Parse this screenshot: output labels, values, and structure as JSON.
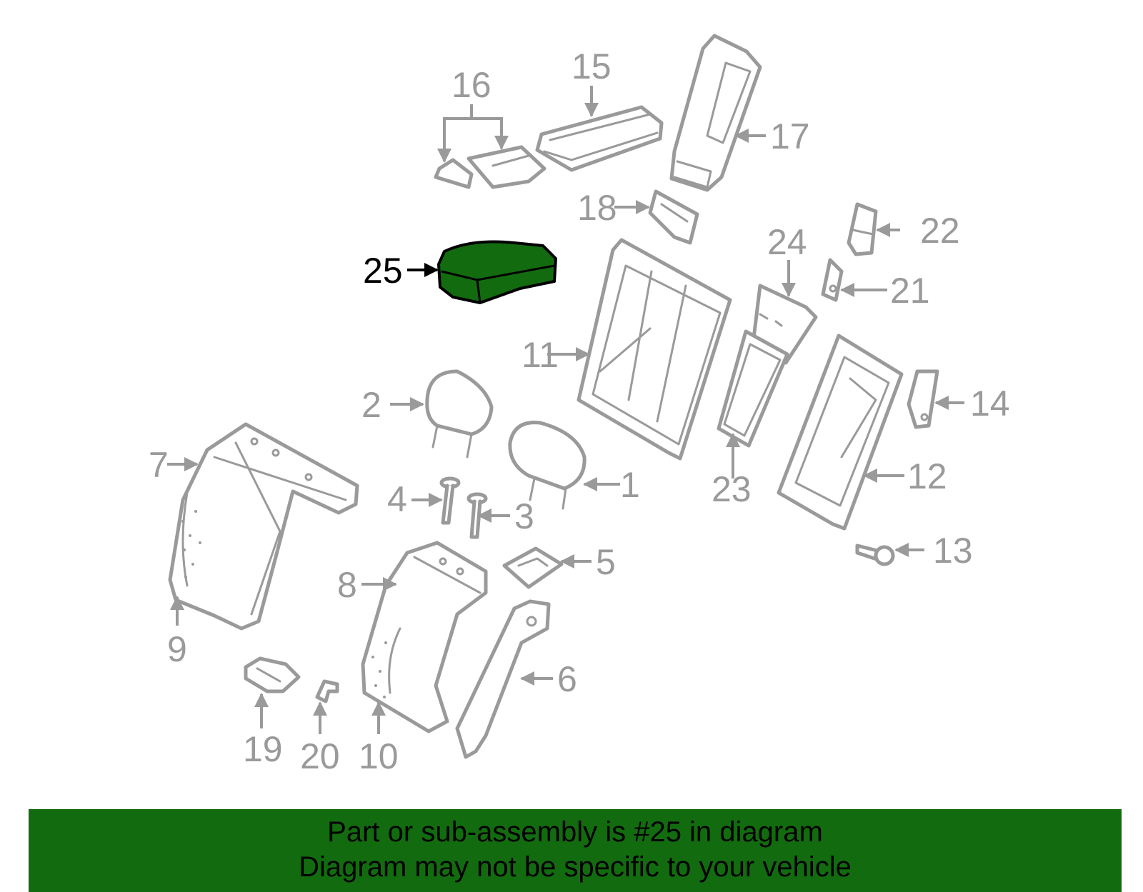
{
  "diagram": {
    "highlight_color": "#136b0f",
    "line_color": "#9a9a9a",
    "highlighted_part": "25",
    "callouts": [
      "1",
      "2",
      "3",
      "4",
      "5",
      "6",
      "7",
      "8",
      "9",
      "10",
      "11",
      "12",
      "13",
      "14",
      "15",
      "16",
      "17",
      "18",
      "19",
      "20",
      "21",
      "22",
      "23",
      "24",
      "25"
    ]
  },
  "footer": {
    "line1": "Part or sub-assembly is #25 in diagram",
    "line2": "Diagram may not be specific to your vehicle",
    "background": "#136b0f"
  }
}
